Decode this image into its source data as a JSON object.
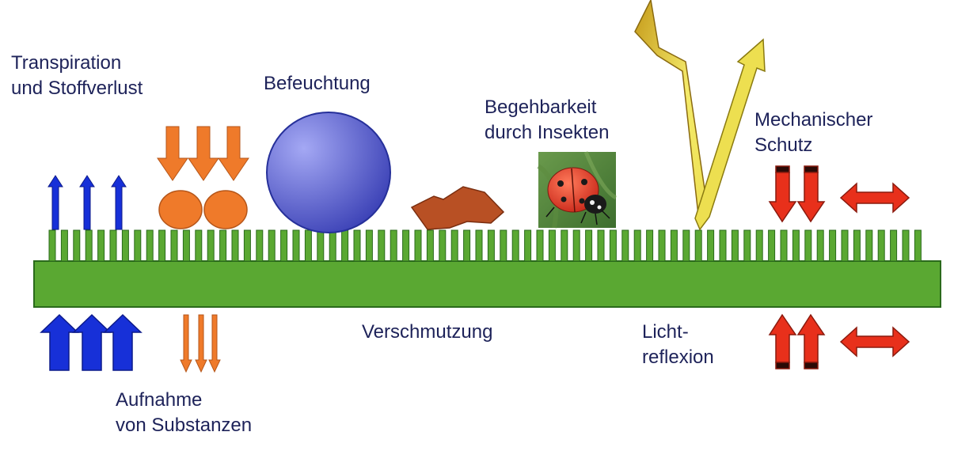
{
  "labels": {
    "transpiration": [
      "Transpiration",
      "und Stoffverlust"
    ],
    "befeuchtung": "Befeuchtung",
    "begehbarkeit": [
      "Begehbarkeit",
      "durch Insekten"
    ],
    "mechanisch": [
      "Mechanischer",
      "Schutz"
    ],
    "verschmutzung": "Verschmutzung",
    "licht": [
      "Licht-",
      "reflexion"
    ],
    "aufnahme": [
      "Aufnahme",
      "von Substanzen"
    ]
  },
  "icons": {
    "ladybug": "ladybug-photo",
    "sun_ray": "reflected-light-ray"
  },
  "colors": {
    "cuticle_green": "#5aa832",
    "cuticle_stroke": "#2a6a1b",
    "water_blue": "#1730d8",
    "orange": "#ef7a2a",
    "red": "#e8301b",
    "droplet_blue": "#7a80e6",
    "dirt_brown": "#b85024",
    "light_yellow": "#f2e760",
    "text": "#1d2259"
  }
}
